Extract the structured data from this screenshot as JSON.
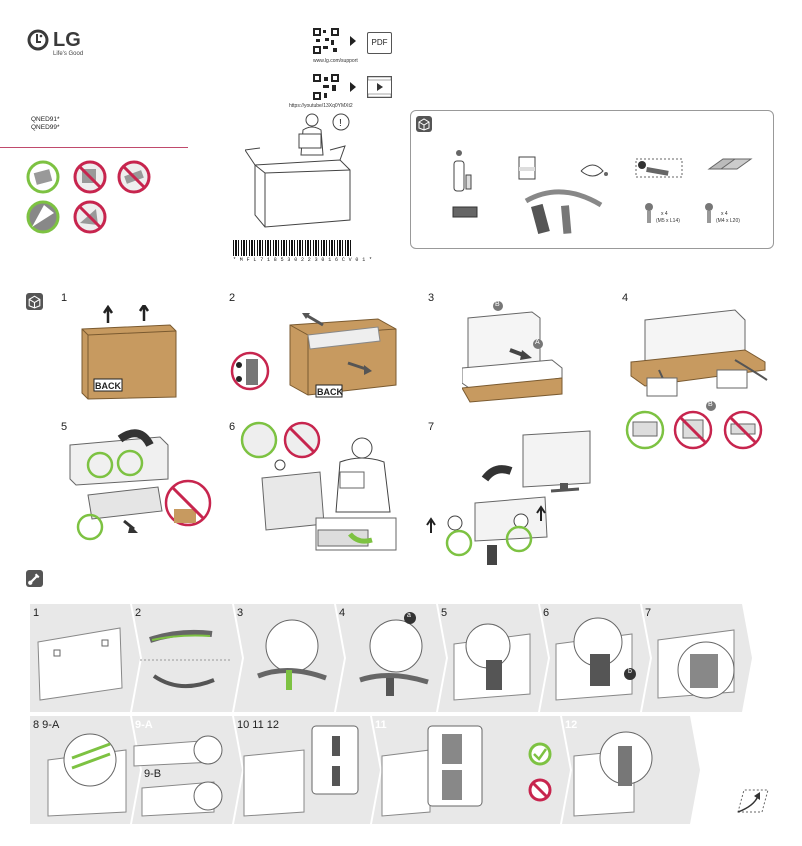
{
  "brand": {
    "logo_text": "LG",
    "tagline": "Life's Good",
    "logo_color": "#a50034"
  },
  "models": [
    "QNED91*",
    "QNED99*"
  ],
  "support": {
    "url": "www.lg.com/support",
    "pdf_label": "PDF",
    "youtube_url": "https://youtube/13Xq0YMXt2"
  },
  "barcode_text": "* M F L 7 1 8 5 3 0 2 2 3 0 1 6 C V 0 1 *",
  "accessories": [
    {
      "icon": "remote-batteries-icon"
    },
    {
      "icon": "manual-icon"
    },
    {
      "icon": "cable-tie-icon"
    },
    {
      "icon": "cable-holder-icon"
    },
    {
      "icon": "cleaning-cloth-icon"
    },
    {
      "icon": "stand-cover-icon"
    },
    {
      "icon": "stand-base-icon"
    },
    {
      "icon": "screw-m5-icon",
      "qty": "x 4",
      "size": "(M5 x L14)"
    },
    {
      "icon": "screw-m4-icon",
      "qty": "x 4",
      "size": "(M4 x L20)"
    }
  ],
  "unpack_steps": [
    "1",
    "2",
    "3",
    "4",
    "5",
    "6",
    "7"
  ],
  "unpack_labels": {
    "back": "BACK",
    "a": "A",
    "b": "B"
  },
  "stand_steps": [
    "1",
    "2",
    "3",
    "4",
    "5",
    "6",
    "7"
  ],
  "stand_row2": {
    "s8": "8 9-A",
    "s9a": "9-A",
    "s9b": "9-B",
    "s101112": "10 11 12",
    "s11": "11",
    "s12": "12",
    "a": "a",
    "b": "b"
  },
  "colors": {
    "accent_green": "#7dc242",
    "prohibit_red": "#c7254e",
    "line_pink": "#c04a6c",
    "box_tan": "#c79a60"
  }
}
